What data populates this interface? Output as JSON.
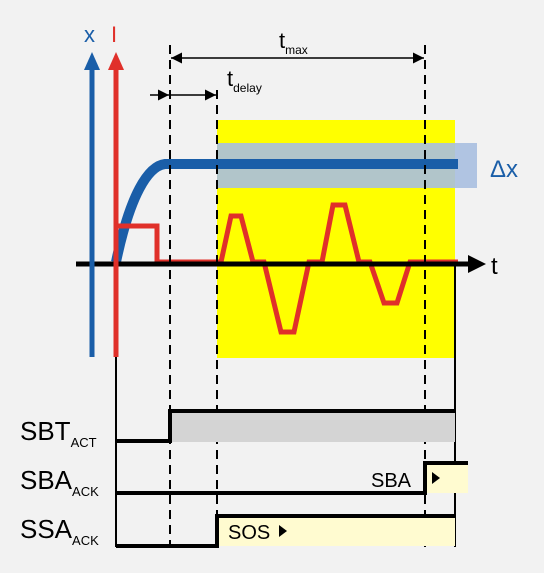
{
  "axes": {
    "x_label": "x",
    "i_label": "I",
    "t_label": "t"
  },
  "timing": {
    "tmax_main": "t",
    "tmax_sub": "max",
    "tdelay_main": "t",
    "tdelay_sub": "delay"
  },
  "band": {
    "label": "Δx"
  },
  "signals": {
    "sbt": {
      "main": "SBT",
      "sub": "ACT"
    },
    "sba": {
      "main": "SBA",
      "sub": "ACK",
      "box_label": "SBA"
    },
    "ssa": {
      "main": "SSA",
      "sub": "ACK",
      "box_label": "SOS"
    }
  },
  "colors": {
    "blue": "#1a5ea8",
    "red": "#e0302a",
    "yellow": "#ffff00",
    "band": "#a9bfe0",
    "gray_box": "#d4d4d4",
    "light_yellow": "#fffbd0",
    "background": "#f2f2f2"
  }
}
